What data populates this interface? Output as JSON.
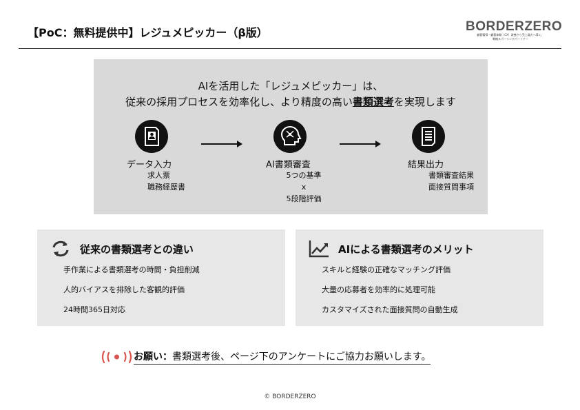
{
  "header": {
    "title": "【PoC：無料提供中】レジュメピッカー（β版）",
    "logo_text": "BORDERZERO",
    "logo_tagline_1": "顧客獲得・顧客体験（CX）改善から売上増大へ導く、",
    "logo_tagline_2": "戦略スパーリングパートナー"
  },
  "hero": {
    "line1": "AIを活用した「レジュメピッカー」は、",
    "line2_pre": "従来の採用プロセスを効率化し、より精度の高い",
    "line2_em": "書類選考",
    "line2_post": "を実現します",
    "steps": [
      {
        "label": "データ入力",
        "items": [
          "求人票",
          "職務経歴書"
        ]
      },
      {
        "label": "AI書類審査",
        "items": [
          "5つの基準",
          "x",
          "5段階評価"
        ]
      },
      {
        "label": "結果出力",
        "items": [
          "書類審査結果",
          "面接質問事項"
        ]
      }
    ]
  },
  "cards": [
    {
      "title": "従来の書類選考との違い",
      "items": [
        "手作業による書類選考の時間・負担削減",
        "人的バイアスを排除した客観的評価",
        "24時間365日対応"
      ]
    },
    {
      "title": "AIによる書類選考のメリット",
      "items": [
        "スキルと経験の正確なマッチング評価",
        "大量の応募者を効率的に処理可能",
        "カスタマイズされた面接質問の自動生成"
      ]
    }
  ],
  "notice": {
    "label": "お願い：",
    "text": "書類選考後、ページ下のアンケートにご協力お願いします。"
  },
  "footer": {
    "copyright": "© BORDERZERO"
  },
  "colors": {
    "accent": "#d9534f",
    "hero_bg": "#d9d9d9",
    "card_bg": "#e7e7e7"
  }
}
